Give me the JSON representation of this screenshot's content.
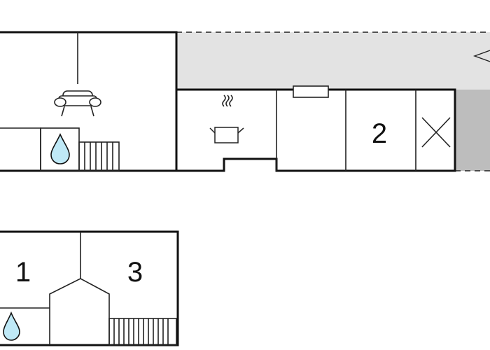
{
  "floor_plan": {
    "rooms": [
      {
        "id": "room-1",
        "label": "1"
      },
      {
        "id": "room-2",
        "label": "2"
      },
      {
        "id": "room-3",
        "label": "3"
      }
    ],
    "symbols": [
      "sofa-icon",
      "water-drop-icon",
      "cooking-pot-icon",
      "door-cross-icon",
      "stairs-icon",
      "window-icon"
    ],
    "colors": {
      "wall": "#111111",
      "terrace": "#e3e3e3",
      "terrace_dark": "#bdbdbd",
      "water": "#bfe9f7",
      "line": "#222222"
    }
  }
}
